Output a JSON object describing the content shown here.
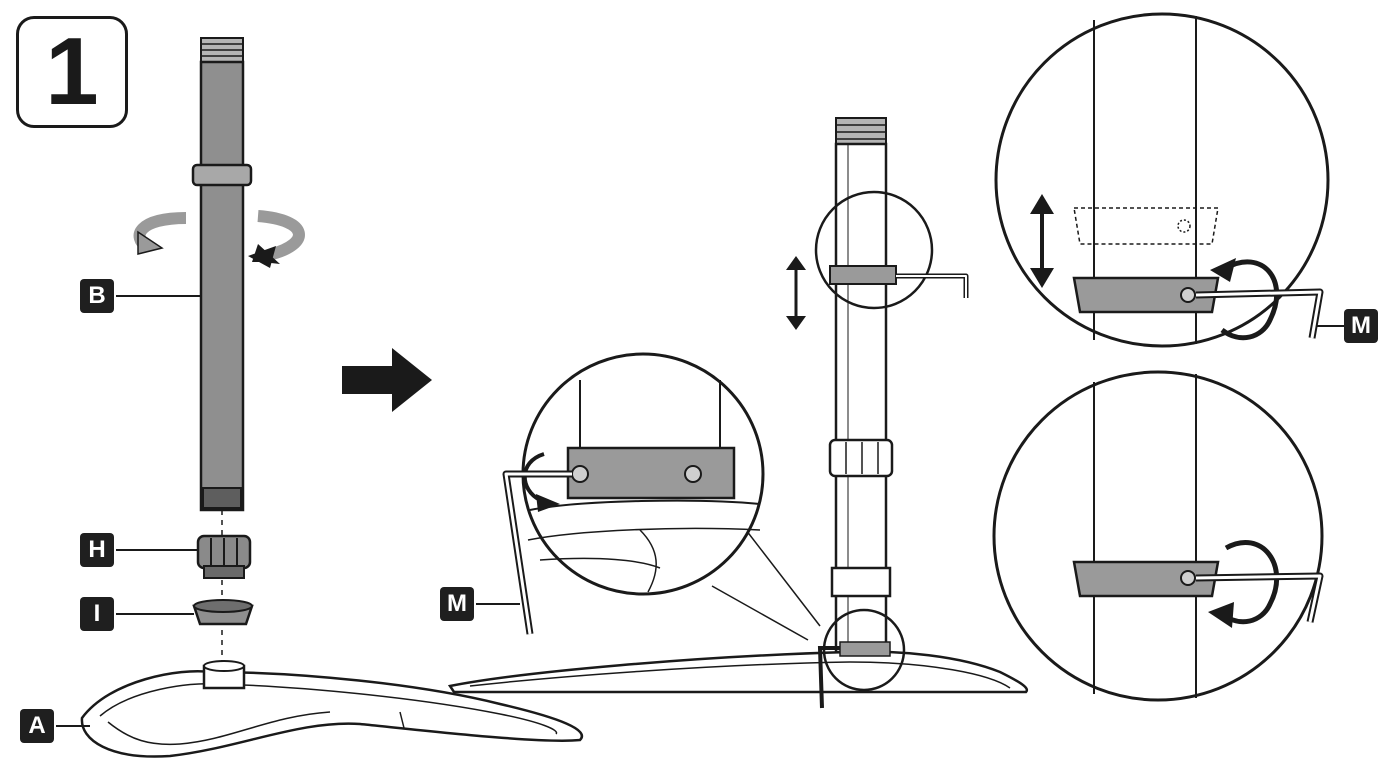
{
  "step": {
    "number": "1"
  },
  "labels": {
    "base": "A",
    "pole": "B",
    "collar": "H",
    "ring": "I",
    "wrench_main": "M",
    "wrench_top": "M"
  },
  "colors": {
    "ink": "#1a1a1a",
    "pole_fill": "#8f8f8f",
    "bracket_fill": "#9a9a9a",
    "label_bg": "#1f1f1f",
    "label_text": "#ffffff"
  },
  "icons": {
    "direction": "arrow-right-icon",
    "rotation": "rotate-arrow-icon",
    "adjust": "up-down-arrow-icon"
  }
}
